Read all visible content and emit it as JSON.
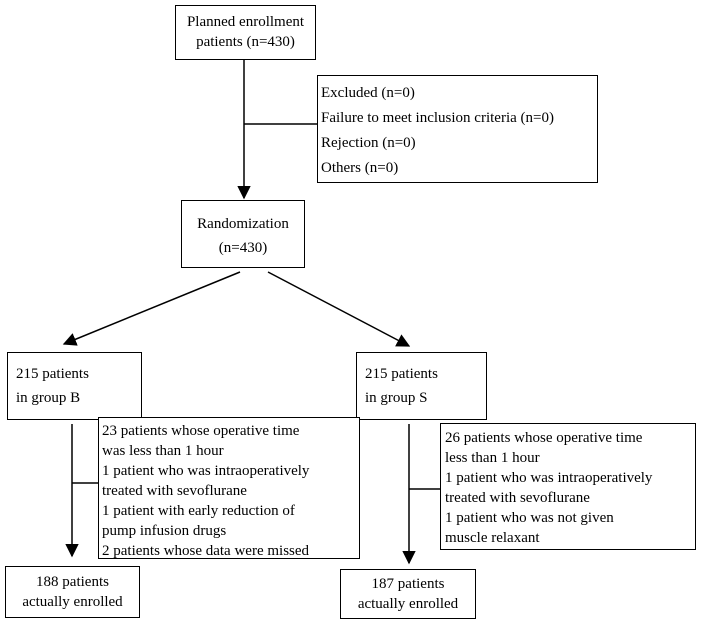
{
  "diagram": {
    "nodes": {
      "planned": {
        "lines": [
          "Planned enrollment",
          "patients (n=430)"
        ]
      },
      "excluded": {
        "lines": [
          "Excluded (n=0)",
          "Failure to meet inclusion criteria (n=0)",
          "Rejection (n=0)",
          "Others (n=0)"
        ]
      },
      "randomization": {
        "lines": [
          "Randomization",
          "(n=430)"
        ]
      },
      "group_b": {
        "lines": [
          "215 patients",
          "in group B"
        ]
      },
      "group_s": {
        "lines": [
          "215 patients",
          "in group S"
        ]
      },
      "excl_b": {
        "lines": [
          "23 patients whose operative time",
          "was less than 1 hour",
          "1 patient who was intraoperatively",
          "treated with sevoflurane",
          "1 patient with early reduction of",
          "pump infusion drugs",
          "2 patients whose data were missed"
        ]
      },
      "excl_s": {
        "lines": [
          "26 patients whose operative time",
          "less than 1 hour",
          "1 patient who was intraoperatively",
          "treated with sevoflurane",
          "1 patient who was not given",
          "muscle relaxant"
        ]
      },
      "enrolled_b": {
        "lines": [
          "188 patients",
          "actually enrolled"
        ]
      },
      "enrolled_s": {
        "lines": [
          "187 patients",
          "actually enrolled"
        ]
      }
    },
    "edges": [
      {
        "from": "planned",
        "to": "randomization",
        "arrow": true
      },
      {
        "from": "planned-trunk",
        "to": "excluded",
        "arrow": false
      },
      {
        "from": "randomization",
        "to": "group_b",
        "arrow": true
      },
      {
        "from": "randomization",
        "to": "group_s",
        "arrow": true
      },
      {
        "from": "group_b",
        "to": "enrolled_b",
        "arrow": true
      },
      {
        "from": "group_b-trunk",
        "to": "excl_b",
        "arrow": false
      },
      {
        "from": "group_s",
        "to": "enrolled_s",
        "arrow": true
      },
      {
        "from": "group_s-trunk",
        "to": "excl_s",
        "arrow": false
      }
    ],
    "colors": {
      "stroke": "#000000",
      "background": "#ffffff"
    }
  }
}
